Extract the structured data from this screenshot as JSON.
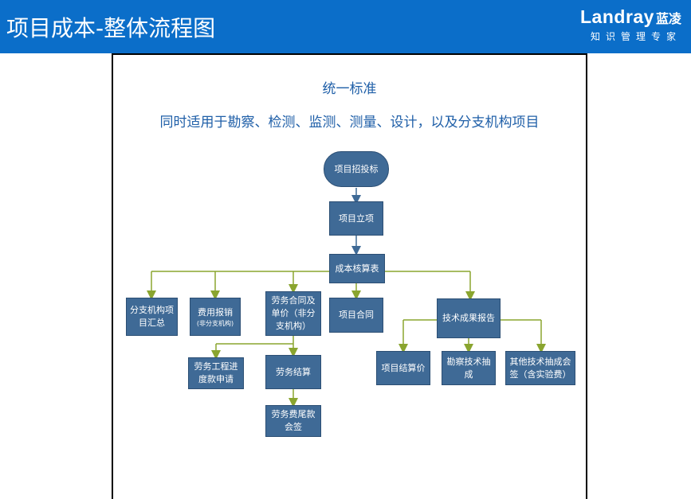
{
  "header": {
    "title": "项目成本-整体流程图",
    "brand_name": "Landray",
    "brand_cn": "蓝凌",
    "brand_slogan": "知识管理专家"
  },
  "diagram": {
    "standard_title": "统一标准",
    "scope_text": "同时适用于勘察、检测、监测、测量、设计，以及分支机构项目",
    "nodes": {
      "bidding": "项目招投标",
      "approval": "项目立项",
      "cost_table": "成本核算表",
      "branch_summary": "分支机构项目汇总",
      "expense": "费用报销",
      "expense_note": "(非分支机构)",
      "labor_contract": "劳务合同及单价（非分支机构）",
      "project_contract": "项目合同",
      "tech_report": "技术成果报告",
      "labor_progress": "劳务工程进度款申请",
      "labor_settlement": "劳务结算",
      "labor_final": "劳务费尾款会签",
      "project_settlement": "项目结算价",
      "survey_sample": "勘察技术抽成",
      "other_sample": "其他技术抽成会签（含实验费）"
    }
  },
  "colors": {
    "header_bg": "#0b6ec9",
    "node_fill": "#3f6a96",
    "main_arrow": "#3f6a96",
    "branch_arrow": "#8aa52f",
    "title_text": "#1f5fa8"
  }
}
